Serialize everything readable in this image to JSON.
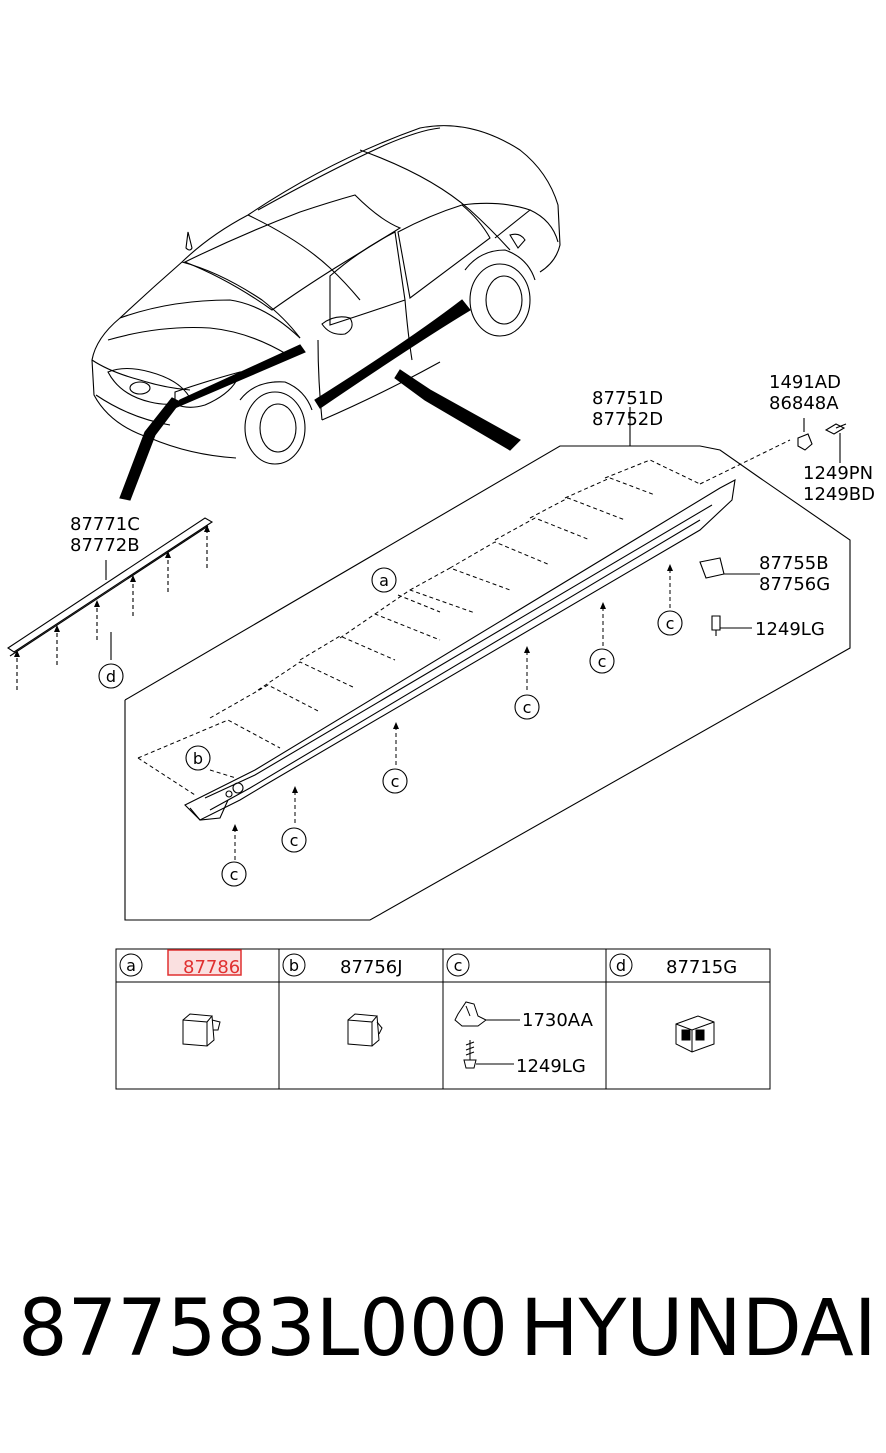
{
  "main_group": {
    "labels": [
      "87751D",
      "87752D"
    ]
  },
  "moulding_group": {
    "labels": [
      "87771C",
      "87772B"
    ]
  },
  "nut_group": {
    "labels": [
      "1491AD",
      "86848A"
    ]
  },
  "bolt_group": {
    "labels": [
      "1249PN",
      "1249BD"
    ]
  },
  "bracket_group": {
    "labels": [
      "87755B",
      "87756G"
    ]
  },
  "screw_label": "1249LG",
  "callouts": {
    "a": "a",
    "b": "b",
    "c": "c",
    "d": "d"
  },
  "legend": {
    "columns": [
      {
        "letter": "a",
        "part": "87786",
        "highlighted": true
      },
      {
        "letter": "b",
        "part": "87756J",
        "highlighted": false
      },
      {
        "letter": "c",
        "part": "",
        "sub_parts": [
          "1730AA",
          "1249LG"
        ],
        "highlighted": false
      },
      {
        "letter": "d",
        "part": "87715G",
        "highlighted": false
      }
    ]
  },
  "highlight_color": "#e03030",
  "footer": {
    "part_number": "877583L000",
    "brand": "HYUNDAI"
  }
}
